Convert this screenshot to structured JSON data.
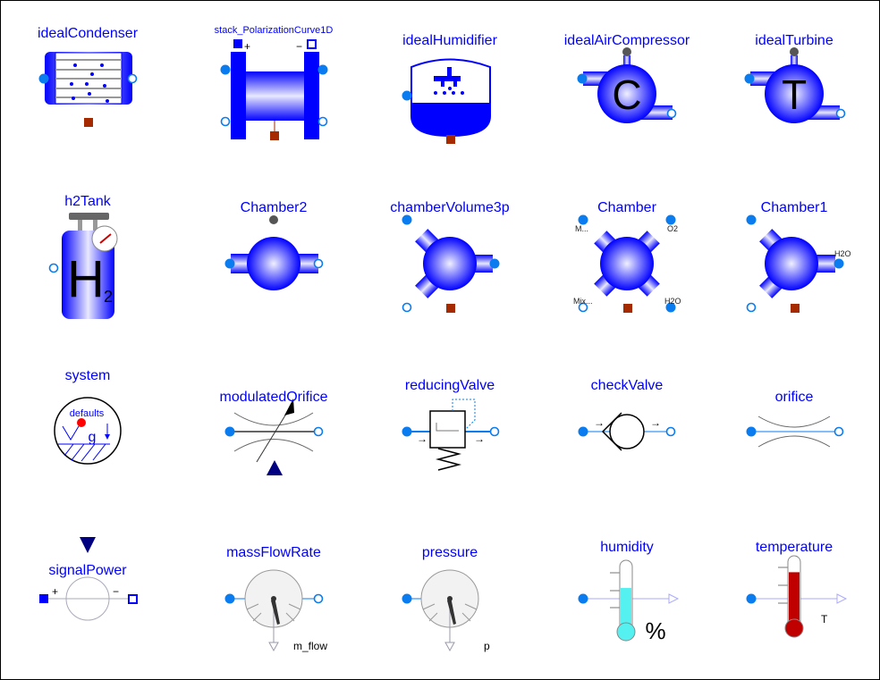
{
  "components": {
    "idealCondenser": {
      "label": "idealCondenser"
    },
    "stack": {
      "label": "stack_PolarizationCurve1D",
      "plus": "+",
      "minus": "−"
    },
    "idealHumidifier": {
      "label": "idealHumidifier"
    },
    "idealAirCompressor": {
      "label": "idealAirCompressor",
      "symbol": "C"
    },
    "idealTurbine": {
      "label": "idealTurbine",
      "symbol": "T"
    },
    "h2Tank": {
      "label": "h2Tank",
      "symbol": "H",
      "subscript": "2"
    },
    "chamber2": {
      "label": "Chamber2"
    },
    "chamberVolume3p": {
      "label": "chamberVolume3p"
    },
    "chamber": {
      "label": "Chamber",
      "port_labels": [
        "M...",
        "O2",
        "Mix...",
        "H2O"
      ]
    },
    "chamber1": {
      "label": "Chamber1",
      "port_label": "H2O"
    },
    "system": {
      "label": "system",
      "defaults": "defaults",
      "g": "g"
    },
    "modulatedOrifice": {
      "label": "modulatedOrifice"
    },
    "reducingValve": {
      "label": "reducingValve"
    },
    "checkValve": {
      "label": "checkValve"
    },
    "orifice": {
      "label": "orifice"
    },
    "signalPower": {
      "label": "signalPower",
      "plus": "+",
      "minus": "−"
    },
    "massFlowRate": {
      "label": "massFlowRate",
      "output": "m_flow"
    },
    "pressure": {
      "label": "pressure",
      "output": "p"
    },
    "humidity": {
      "label": "humidity",
      "unit": "%",
      "level": 0.62
    },
    "temperature": {
      "label": "temperature",
      "output": "T",
      "level": 0.78
    }
  },
  "colors": {
    "label": "#0000ff",
    "port": "#0a7cf0",
    "heat_port": "#a62a00",
    "humidity_fill": "#55f0f0",
    "temperature_fill": "#c00000"
  }
}
